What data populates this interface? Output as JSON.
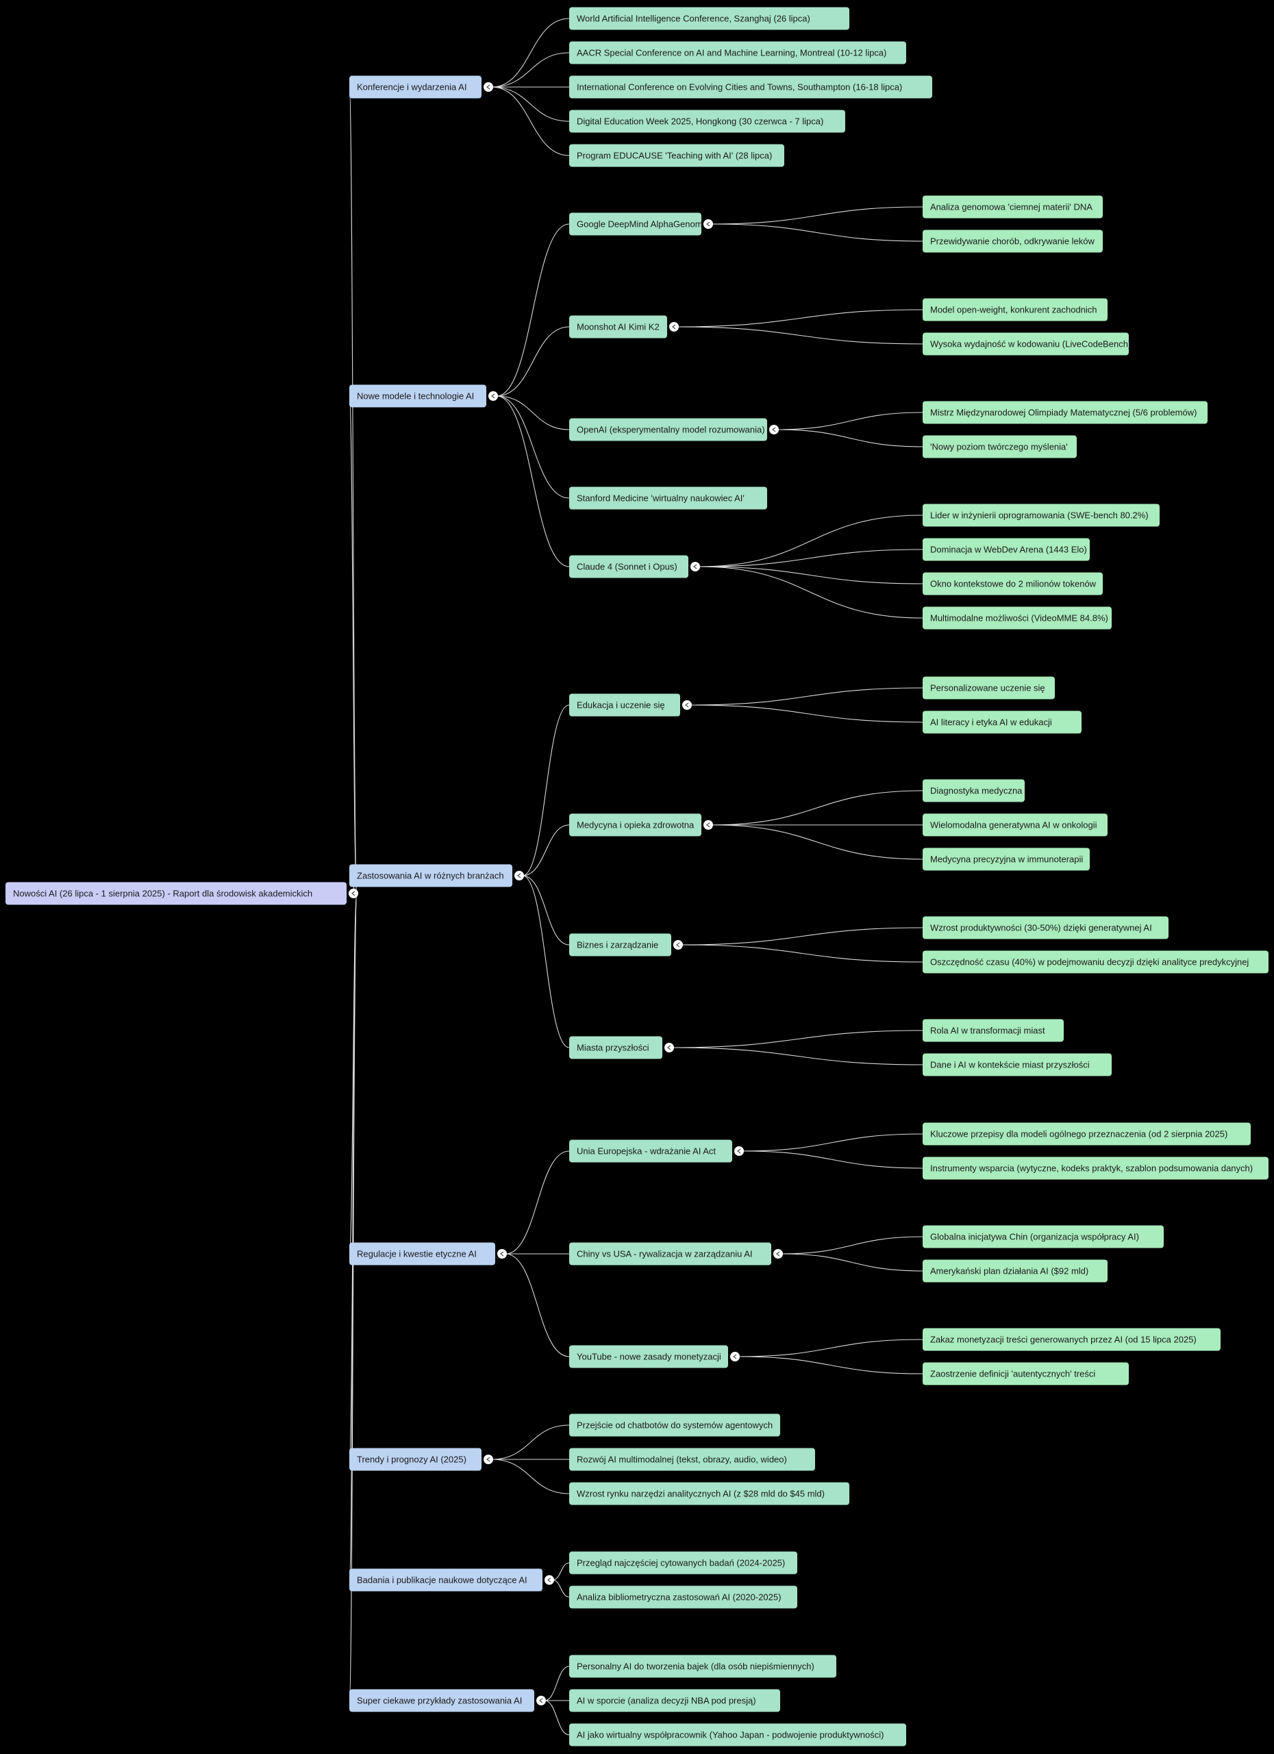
{
  "colors": {
    "background": "#000000",
    "edge": "#d9d9d9",
    "root_fill": "#c9cdf6",
    "level1_fill": "#bcd3f2",
    "level2_fill": "#a6e3c9",
    "level3_fill": "#a9ecbd",
    "text": "#1a1a1a",
    "toggle": "#ffffff"
  },
  "toggle_icon": "chevron-left-icon",
  "root": {
    "label": "Nowości AI (26 lipca - 1 sierpnia 2025) - Raport dla środowisk akademickich",
    "children": [
      {
        "label": "Konferencje i wydarzenia AI",
        "children": [
          {
            "label": "World Artificial Intelligence Conference, Szanghaj (26 lipca)"
          },
          {
            "label": "AACR Special Conference on AI and Machine Learning, Montreal (10-12 lipca)"
          },
          {
            "label": "International Conference on Evolving Cities and Towns, Southampton (16-18 lipca)"
          },
          {
            "label": "Digital Education Week 2025, Hongkong (30 czerwca - 7 lipca)"
          },
          {
            "label": "Program EDUCAUSE 'Teaching with AI' (28 lipca)"
          }
        ]
      },
      {
        "label": "Nowe modele i technologie AI",
        "children": [
          {
            "label": "Google DeepMind AlphaGenome",
            "children": [
              {
                "label": "Analiza genomowa 'ciemnej materii' DNA"
              },
              {
                "label": "Przewidywanie chorób, odkrywanie leków"
              }
            ]
          },
          {
            "label": "Moonshot AI Kimi K2",
            "children": [
              {
                "label": "Model open-weight, konkurent zachodnich"
              },
              {
                "label": "Wysoka wydajność w kodowaniu (LiveCodeBench)"
              }
            ]
          },
          {
            "label": "OpenAI (eksperymentalny model rozumowania)",
            "children": [
              {
                "label": "Mistrz Międzynarodowej Olimpiady Matematycznej (5/6 problemów)"
              },
              {
                "label": "'Nowy poziom twórczego myślenia'"
              }
            ]
          },
          {
            "label": "Stanford Medicine 'wirtualny naukowiec AI'"
          },
          {
            "label": "Claude 4 (Sonnet i Opus)",
            "children": [
              {
                "label": "Lider w inżynierii oprogramowania (SWE-bench 80.2%)"
              },
              {
                "label": "Dominacja w WebDev Arena (1443 Elo)"
              },
              {
                "label": "Okno kontekstowe do 2 milionów tokenów"
              },
              {
                "label": "Multimodalne możliwości (VideoMME 84.8%)"
              }
            ]
          }
        ]
      },
      {
        "label": "Zastosowania AI w różnych branżach",
        "children": [
          {
            "label": "Edukacja i uczenie się",
            "children": [
              {
                "label": "Personalizowane uczenie się"
              },
              {
                "label": "AI literacy i etyka AI w edukacji"
              }
            ]
          },
          {
            "label": "Medycyna i opieka zdrowotna",
            "children": [
              {
                "label": "Diagnostyka medyczna"
              },
              {
                "label": "Wielomodalna generatywna AI w onkologii"
              },
              {
                "label": "Medycyna precyzyjna w immunoterapii"
              }
            ]
          },
          {
            "label": "Biznes i zarządzanie",
            "children": [
              {
                "label": "Wzrost produktywności (30-50%) dzięki generatywnej AI"
              },
              {
                "label": "Oszczędność czasu (40%) w podejmowaniu decyzji dzięki analityce predykcyjnej"
              }
            ]
          },
          {
            "label": "Miasta przyszłości",
            "children": [
              {
                "label": "Rola AI w transformacji miast"
              },
              {
                "label": "Dane i AI w kontekście miast przyszłości"
              }
            ]
          }
        ]
      },
      {
        "label": "Regulacje i kwestie etyczne AI",
        "children": [
          {
            "label": "Unia Europejska - wdrażanie AI Act",
            "children": [
              {
                "label": "Kluczowe przepisy dla modeli ogólnego przeznaczenia (od 2 sierpnia 2025)"
              },
              {
                "label": "Instrumenty wsparcia (wytyczne, kodeks praktyk, szablon podsumowania danych)"
              }
            ]
          },
          {
            "label": "Chiny vs USA - rywalizacja w zarządzaniu AI",
            "children": [
              {
                "label": "Globalna inicjatywa Chin (organizacja współpracy AI)"
              },
              {
                "label": "Amerykański plan działania AI ($92 mld)"
              }
            ]
          },
          {
            "label": "YouTube - nowe zasady monetyzacji",
            "children": [
              {
                "label": "Zakaz monetyzacji treści generowanych przez AI (od 15 lipca 2025)"
              },
              {
                "label": "Zaostrzenie definicji 'autentycznych' treści"
              }
            ]
          }
        ]
      },
      {
        "label": "Trendy i prognozy AI (2025)",
        "children": [
          {
            "label": "Przejście od chatbotów do systemów agentowych"
          },
          {
            "label": "Rozwój AI multimodalnej (tekst, obrazy, audio, wideo)"
          },
          {
            "label": "Wzrost rynku narzędzi analitycznych AI (z $28 mld do $45 mld)"
          }
        ]
      },
      {
        "label": "Badania i publikacje naukowe dotyczące AI",
        "children": [
          {
            "label": "Przegląd najczęściej cytowanych badań (2024-2025)"
          },
          {
            "label": "Analiza bibliometryczna zastosowań AI (2020-2025)"
          }
        ]
      },
      {
        "label": "Super ciekawe przykłady zastosowania AI",
        "children": [
          {
            "label": "Personalny AI do tworzenia bajek (dla osób niepiśmiennych)"
          },
          {
            "label": "AI w sporcie (analiza decyzji NBA pod presją)"
          },
          {
            "label": "AI jako wirtualny współpracownik (Yahoo Japan - podwojenie produktywności)"
          }
        ]
      }
    ]
  }
}
